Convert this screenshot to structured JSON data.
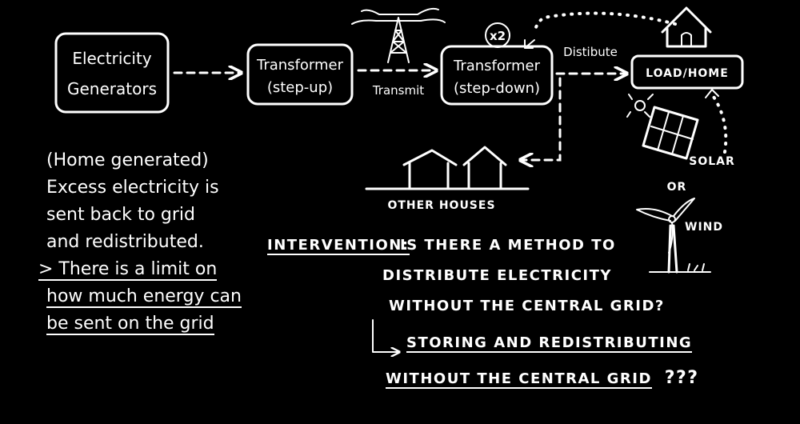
{
  "nodes": {
    "generators": [
      "Electricity",
      "Generators"
    ],
    "transformer_up": [
      "Transformer",
      "(step-up)"
    ],
    "transformer_down": [
      "Transformer",
      "(step-down)"
    ],
    "load_home": "LOAD/HOME"
  },
  "edges": {
    "transmit": "Transmit",
    "distribute": "Distibute",
    "multiplier": "x2"
  },
  "labels": {
    "other_houses": "OTHER HOUSES",
    "solar": "SOLAR",
    "or": "OR",
    "wind": "WIND"
  },
  "note": {
    "lines": [
      "(Home generated)",
      "Excess electricity is",
      "sent back to grid",
      "and redistributed."
    ],
    "limit_lines": [
      "> There is a limit on",
      "how much energy can",
      "be sent on the grid"
    ]
  },
  "intervention": {
    "heading": "INTERVENTION:",
    "question_lines": [
      "IS THERE A METHOD TO",
      "DISTRIBUTE ELECTRICITY",
      "WITHOUT THE CENTRAL GRID?"
    ],
    "answer_line1": "STORING AND REDISTRIBUTING",
    "answer_line2": "WITHOUT THE CENTRAL GRID",
    "answer_suffix": "???"
  }
}
